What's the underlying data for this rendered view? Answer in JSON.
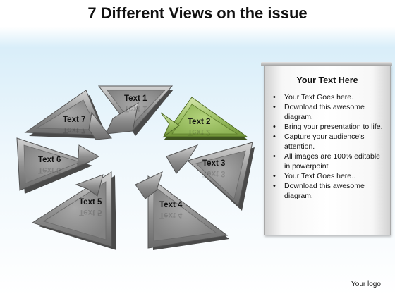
{
  "title": "7 Different Views on the issue",
  "diagram": {
    "labels": [
      "Text 1",
      "Text 2",
      "Text 3",
      "Text 4",
      "Text 5",
      "Text 6",
      "Text 7"
    ],
    "highlighted": "Text 2",
    "colors": {
      "arrow_face": "#8e8e8e",
      "arrow_light": "#d0d0d0",
      "arrow_edge": "#505050",
      "highlight_face": "#9bbf62",
      "highlight_light": "#cfe3a4",
      "highlight_edge": "#4e6a25"
    }
  },
  "panel": {
    "heading": "Your Text Here",
    "bullets": [
      "Your Text Goes here.",
      "Download this awesome diagram.",
      "Bring your presentation to life.",
      "Capture your audience's attention.",
      "All images are 100% editable in powerpoint",
      "Your Text Goes here..",
      "Download this awesome diagram."
    ]
  },
  "logo": "Your logo"
}
